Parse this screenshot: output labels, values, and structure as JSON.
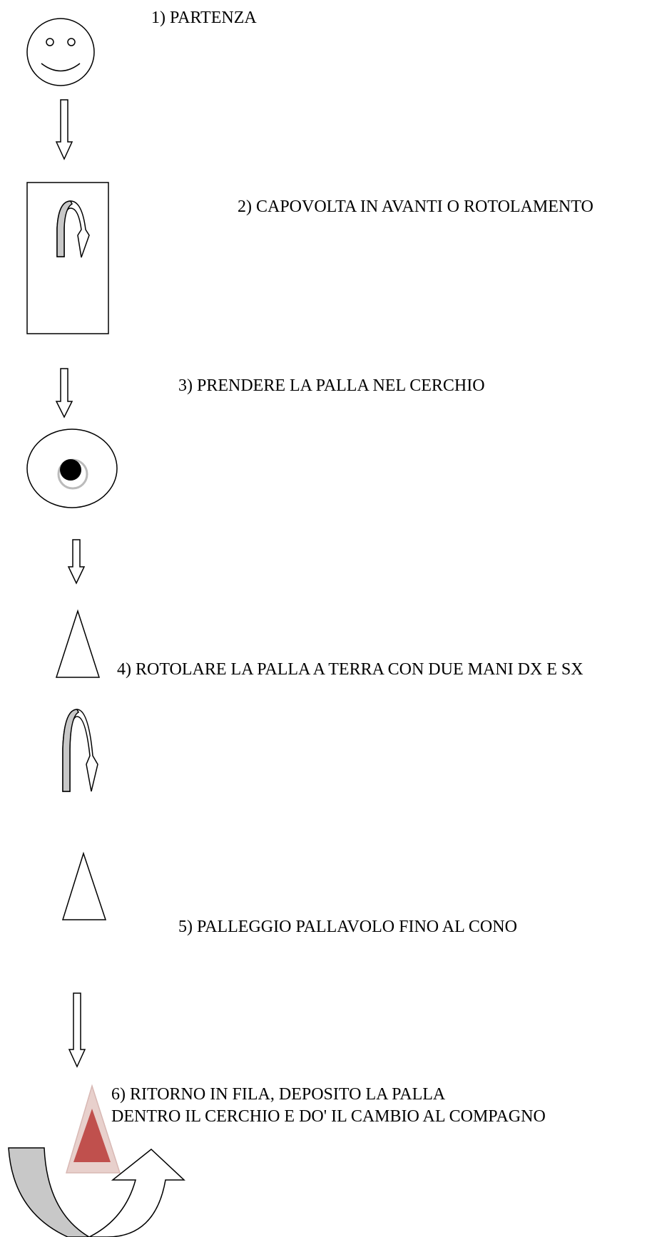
{
  "steps": {
    "step1": "1) PARTENZA",
    "step2": "2)  CAPOVOLTA IN AVANTI O ROTOLAMENTO",
    "step3": "3) PRENDERE LA PALLA NEL CERCHIO",
    "step4": "4) ROTOLARE LA PALLA A TERRA CON DUE  MANI DX E SX",
    "step5": "5) PALLEGGIO PALLAVOLO FINO AL CONO",
    "step6_line1": "6) RITORNO IN FILA, DEPOSITO LA PALLA",
    "step6_line2": "DENTRO IL CERCHIO E DO' IL CAMBIO AL COMPAGNO"
  },
  "icons": [
    "smiley-face-icon",
    "down-arrow-icon",
    "mat-rectangle-icon",
    "forward-roll-arrow-icon",
    "hoop-with-ball-icon",
    "cone-icon",
    "u-turn-arrow-icon",
    "red-cone-icon"
  ],
  "colors": {
    "stroke": "#000000",
    "curl_fill": "#c8c8c8",
    "ball": "#000000",
    "red_cone": "#c0504d",
    "red_cone_border": "#e8d0cc"
  }
}
